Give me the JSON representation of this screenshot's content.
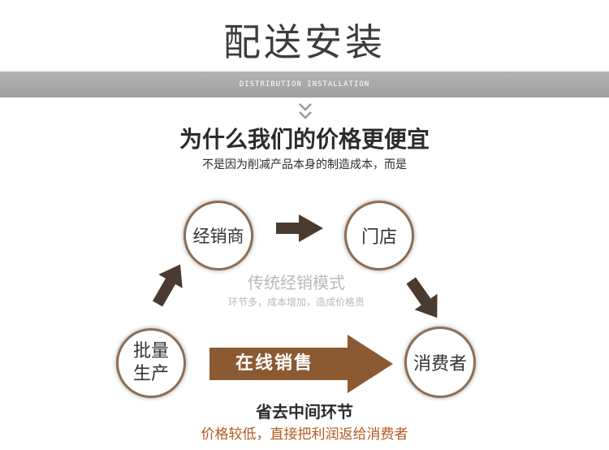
{
  "header": {
    "title": "配送安装",
    "band_text": "DISTRIBUTION INSTALLATION"
  },
  "question": {
    "heading": "为什么我们的价格更便宜",
    "subheading": "不是因为削减产品本身的制造成本，而是"
  },
  "nodes": {
    "dealer": "经销商",
    "store": "门店",
    "mass_line1": "批量",
    "mass_line2": "生产",
    "consumer": "消费者"
  },
  "traditional": {
    "title": "传统经销模式",
    "subtitle": "环节多，成本增加，造成价格贵"
  },
  "online": {
    "label": "在线销售"
  },
  "savings": {
    "title": "省去中间环节",
    "subtitle": "价格较低，直接把利润返给消费者"
  },
  "colors": {
    "band": "#a8a8a8",
    "node_border": "#8c6e55",
    "arrow_dark": "#4a3a2f",
    "arrow_online": "#8b5a33",
    "accent_text": "#b35a1f"
  }
}
